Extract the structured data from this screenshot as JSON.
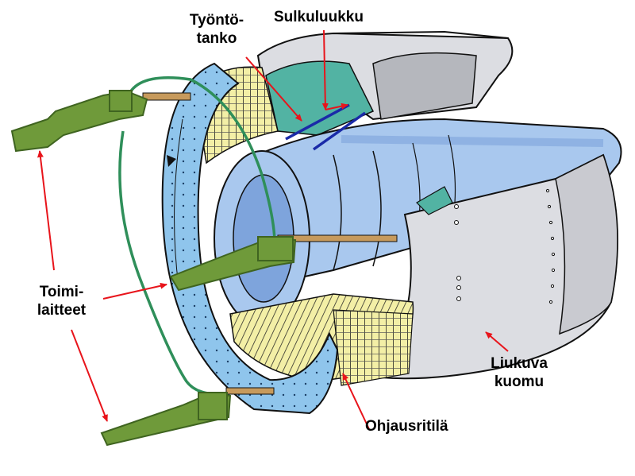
{
  "labels": {
    "push_rod": {
      "line1": "Työntö-",
      "line2": "tanko"
    },
    "blocker_door": "Sulkuluukku",
    "actuators": {
      "line1": "Toimi-",
      "line2": "laitteet"
    },
    "sliding_cowl": {
      "line1": "Liukuva",
      "line2": "kuomu"
    },
    "cascade": "Ohjausritilä"
  },
  "colors": {
    "arrow": "#e8141b",
    "outline": "#111111",
    "ring_blue": "#8fc5ec",
    "duct_blue": "#a9c8ee",
    "duct_shadow": "#7ea4dc",
    "cowl_grey": "#dcdde2",
    "cowl_dark": "#b5b7bd",
    "cascade_yellow": "#f3efa6",
    "actuator_green": "#6f9a3a",
    "actuator_dark": "#3f6420",
    "hose_green": "#2f8f5a",
    "teal": "#52b3a3",
    "push_rod_blue": "#1a2aa8",
    "rod_tan": "#c79a5c"
  }
}
